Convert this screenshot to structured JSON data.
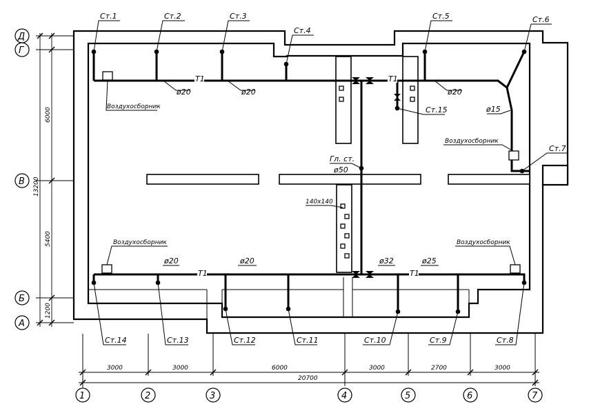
{
  "risers": {
    "st1": "Ст.1",
    "st2": "Ст.2",
    "st3": "Ст.3",
    "st4": "Ст.4",
    "st5": "Ст.5",
    "st6": "Ст.6",
    "st7": "Ст.7",
    "st8": "Ст.8",
    "st9": "Ст.9",
    "st10": "Ст.10",
    "st11": "Ст.11",
    "st12": "Ст.12",
    "st13": "Ст.13",
    "st14": "Ст.14",
    "st15": "Ст.15"
  },
  "main_riser": {
    "line1": "Гл. ст.",
    "line2": "ø50"
  },
  "pipe_sizes": {
    "d20": "ø20",
    "d15": "ø15",
    "d32": "ø32",
    "d25": "ø25"
  },
  "line_code": "T1",
  "air_collector": "Воздухосборник",
  "duct_size": "140х140",
  "dimensions": {
    "bottom": [
      "3000",
      "3000",
      "6000",
      "3000",
      "2700",
      "3000"
    ],
    "total": "20700",
    "left_outer": "13200",
    "left_inner": [
      "6000",
      "5400",
      "1200"
    ]
  },
  "axes": {
    "columns": [
      "1",
      "2",
      "3",
      "4",
      "5",
      "6",
      "7"
    ],
    "rows": [
      "Д",
      "Г",
      "В",
      "Б",
      "А"
    ]
  }
}
